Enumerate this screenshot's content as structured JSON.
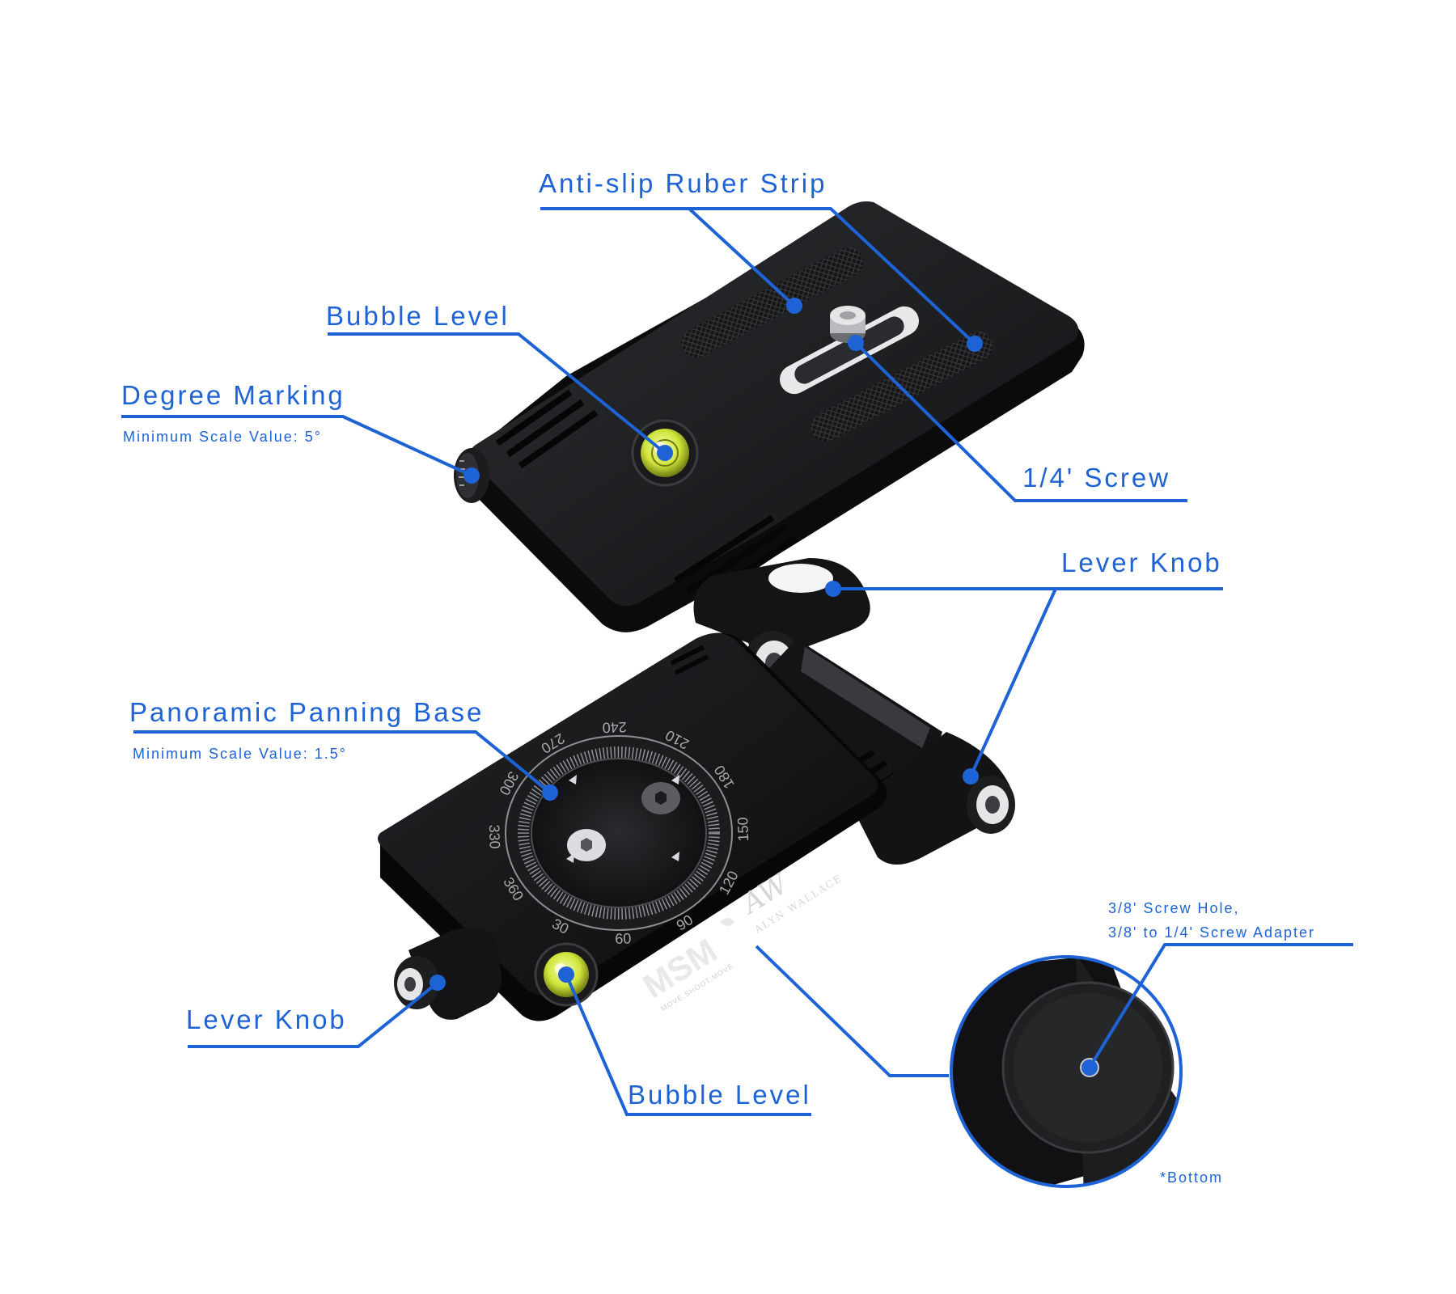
{
  "colors": {
    "callout": "#1e63d6",
    "body": "#18191b",
    "body_edge": "#0a0a0b",
    "bubble_vial": "#cfe43a",
    "background": "#ffffff"
  },
  "labels": {
    "anti_slip": "Anti-slip Ruber Strip",
    "bubble_level_top": "Bubble Level",
    "degree_marking": "Degree Marking",
    "degree_marking_sub": "Minimum Scale Value: 5°",
    "screw_quarter": "1/4' Screw",
    "lever_knob_right": "Lever Knob",
    "panoramic_base": "Panoramic Panning Base",
    "panoramic_base_sub": "Minimum Scale Value: 1.5°",
    "lever_knob_left": "Lever Knob",
    "bubble_level_bottom": "Bubble Level",
    "screw_hole_line1": "3/8' Screw Hole,",
    "screw_hole_line2": "3/8' to 1/4' Screw Adapter",
    "bottom_note": "*Bottom"
  },
  "product_marks": {
    "logo": "MSM",
    "logo_tagline": "MOVE.SHOOT.MOVE",
    "signature_initials": "AW",
    "signature_name": "ALYN WALLACE"
  },
  "dial_ticks": [
    "30",
    "60",
    "90",
    "120",
    "150",
    "180",
    "210",
    "240",
    "270",
    "300",
    "330",
    "360"
  ],
  "icons": [
    "bubble-level-icon",
    "hex-screw-icon",
    "camera-screw-icon",
    "lever-knob-icon",
    "rubber-strip-icon",
    "degree-dial-icon"
  ]
}
